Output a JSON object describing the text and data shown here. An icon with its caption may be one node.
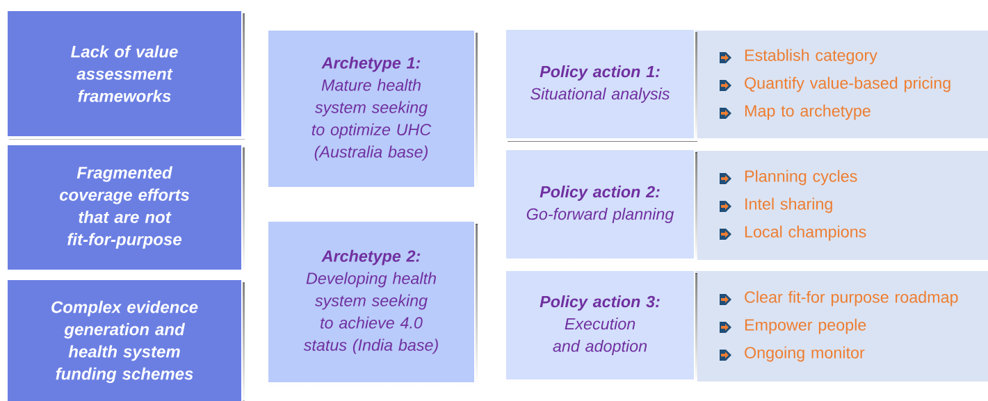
{
  "diagram": {
    "nodes": [
      {
        "text": [
          "Lack of value assessment frameworks"
        ]
      },
      {
        "text": [
          "Fragmented coverage efforts that are not fit-for-purpose"
        ]
      },
      {
        "text": [
          "Complex evidence generation and health system funding schemes"
        ]
      },
      {
        "text": [
          "Archetype 1:",
          "Mature health system seeking to optimize UHC (Australia base)"
        ]
      },
      {
        "text": [
          "Archetype 2:",
          "Developing health system seeking to achieve 4.0 status (India base)"
        ]
      },
      {
        "text": [
          "Policy action 1:",
          "Situational analysis"
        ]
      },
      {
        "text": [
          "Establish category",
          "Quantify value-based pricing",
          "Map to archetype"
        ]
      },
      {
        "text": [
          "Policy action 2:",
          "Go-forward planning"
        ]
      },
      {
        "text": [
          "Planning cycles",
          "Intel sharing",
          "Local champions"
        ]
      },
      {
        "text": [
          "Policy action 3:",
          "Execution and adoption"
        ]
      },
      {
        "text": [
          "Clear fit-for purpose roadmap",
          "Empower people",
          "Ongoing monitor"
        ]
      }
    ]
  }
}
